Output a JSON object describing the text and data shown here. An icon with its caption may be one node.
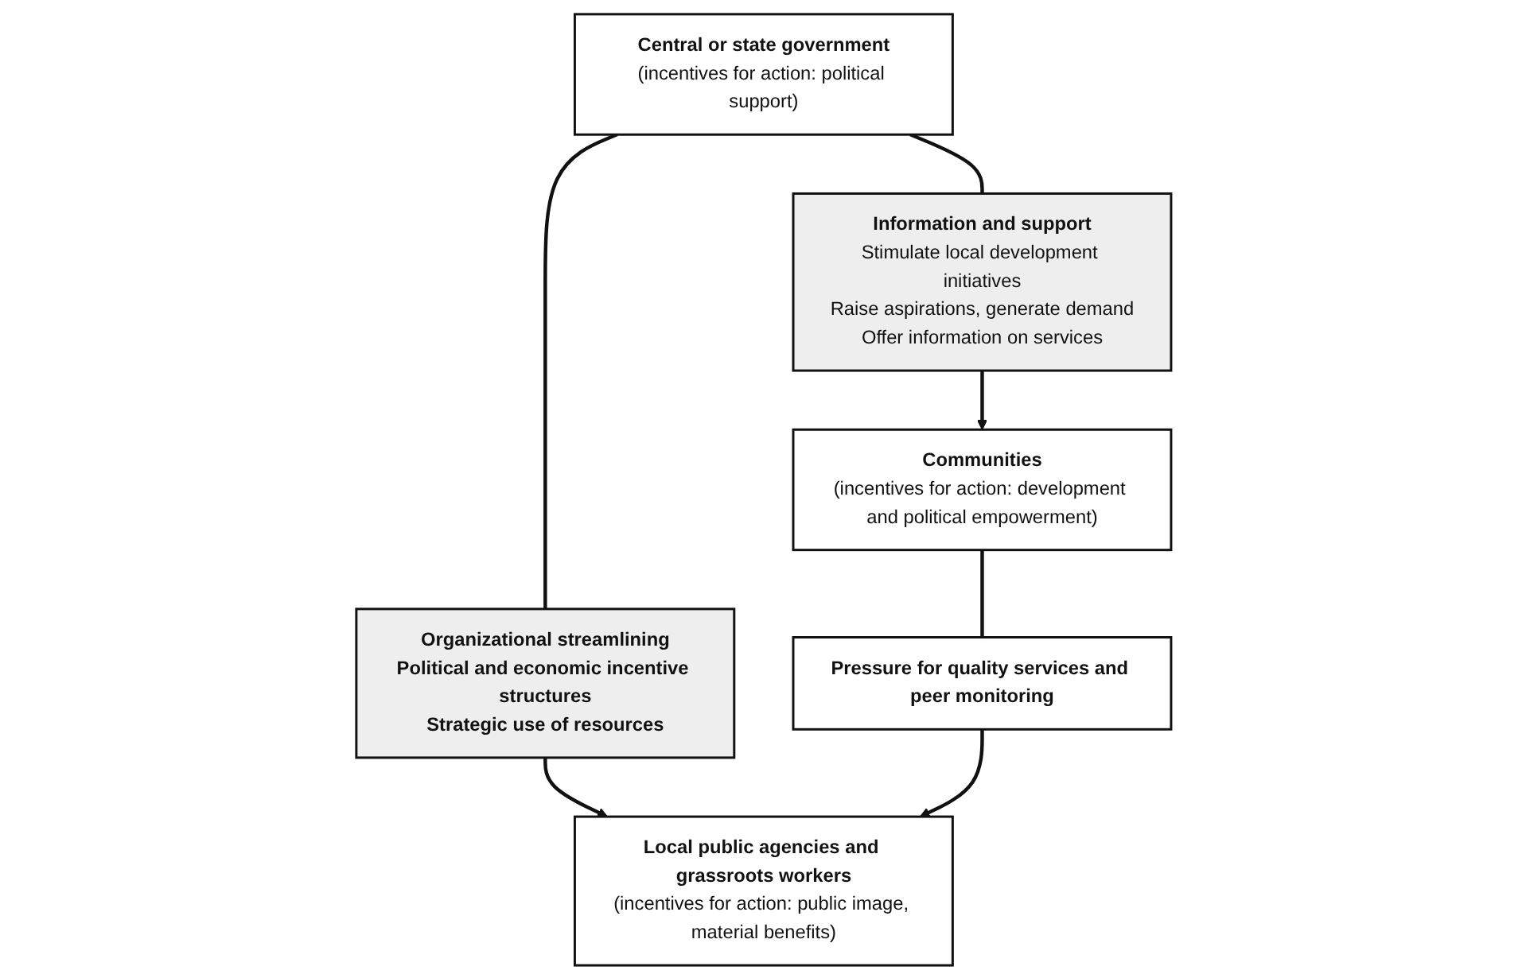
{
  "diagram": {
    "nodes": [
      {
        "text": [
          "Central or state government",
          "(incentives for action: political support)"
        ]
      },
      {
        "text": [
          "Organizational streamlining",
          "Political and economic incentive structures",
          "Strategic use of resources"
        ]
      },
      {
        "text": [
          "Information and support",
          "Stimulate local development initiatives",
          "Raise aspirations, generate demand",
          "Offer information on services"
        ]
      },
      {
        "text": [
          "Local public agencies and grassroots workers",
          "(incentives for action: public image, material benefits)"
        ]
      },
      {
        "text": [
          "Communities",
          "(incentives for action: development and political empowerment)"
        ]
      },
      {
        "text": [
          "Pressure for quality services and peer monitoring"
        ]
      }
    ],
    "edges": [
      {
        "from": 0,
        "to": 1,
        "arrow": "none"
      },
      {
        "from": 1,
        "to": 3,
        "arrow": "to"
      },
      {
        "from": 0,
        "to": 2,
        "arrow": "none"
      },
      {
        "from": 2,
        "to": 4,
        "arrow": "to"
      },
      {
        "from": 4,
        "to": 5,
        "arrow": "none"
      },
      {
        "from": 5,
        "to": 3,
        "arrow": "to"
      }
    ]
  }
}
